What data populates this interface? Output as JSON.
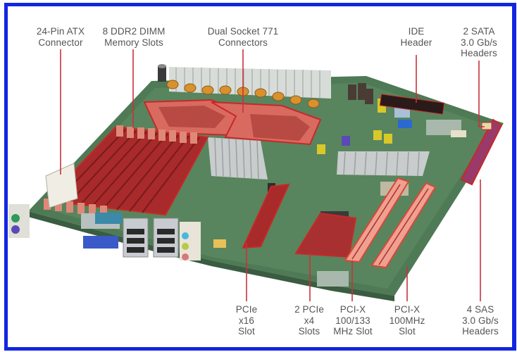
{
  "diagram": {
    "title": "Server motherboard component callouts",
    "border_color": "#1226e0",
    "leader_color": "#c8323c",
    "highlight_color": "#c82828",
    "labels_top": [
      {
        "id": "atx",
        "text": "24-Pin ATX\nConnector"
      },
      {
        "id": "dimm",
        "text": "8 DDR2 DIMM\nMemory Slots"
      },
      {
        "id": "socket",
        "text": "Dual Socket 771\nConnectors"
      },
      {
        "id": "ide",
        "text": "IDE\nHeader"
      },
      {
        "id": "sata",
        "text": "2 SATA\n3.0 Gb/s\nHeaders"
      }
    ],
    "labels_bottom": [
      {
        "id": "pcie16",
        "text": "PCIe\nx16\nSlot"
      },
      {
        "id": "pcie4",
        "text": "2 PCIe\nx4\nSlots"
      },
      {
        "id": "pcix133",
        "text": "PCI-X\n100/133\nMHz Slot"
      },
      {
        "id": "pcix100",
        "text": "PCI-X\n100MHz\nSlot"
      },
      {
        "id": "sas",
        "text": "4 SAS\n3.0 Gb/s\nHeaders"
      }
    ]
  }
}
